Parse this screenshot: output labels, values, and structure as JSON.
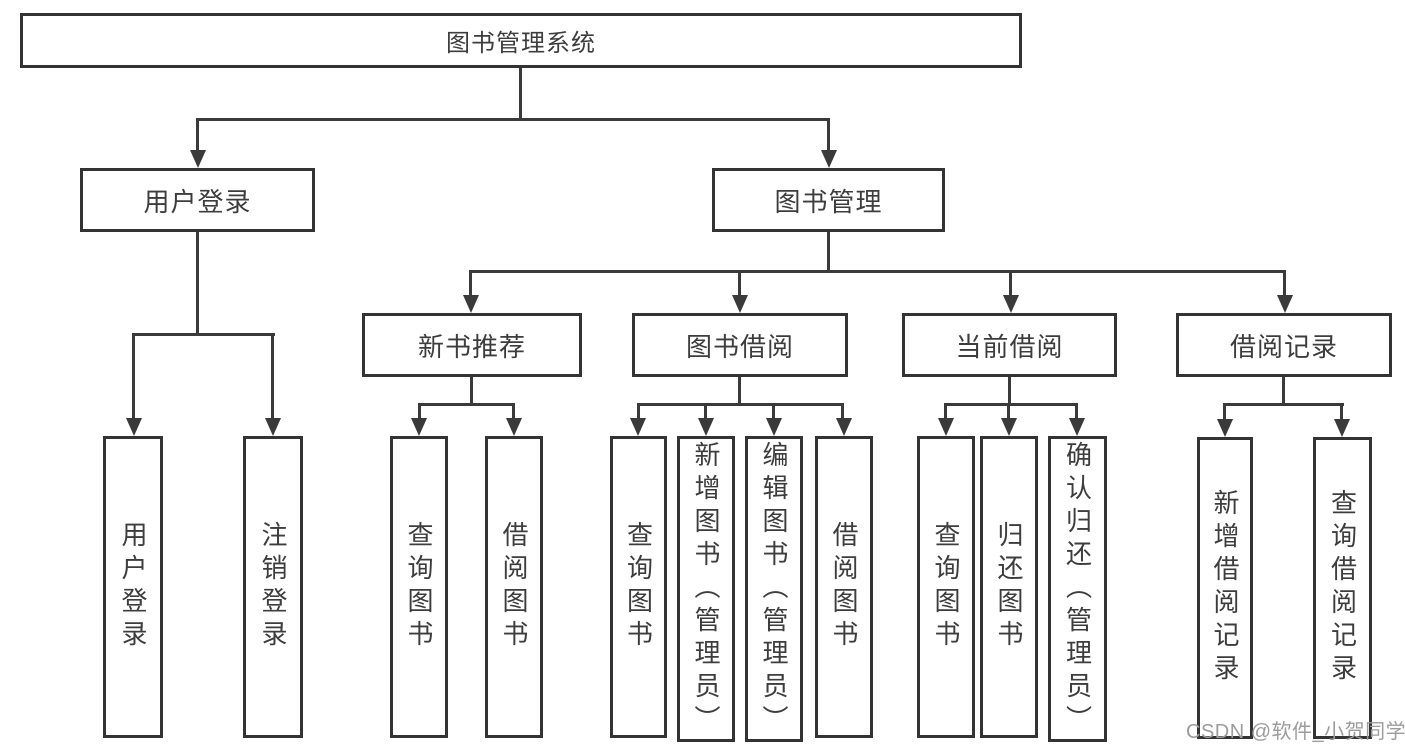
{
  "colors": {
    "background": "#ffffff",
    "line": "#3a3a3a",
    "box_border": "#333333",
    "text": "#3d3d3d",
    "watermark": "#9c9c9c"
  },
  "tree": {
    "root": {
      "label": "图书管理系统"
    },
    "branches": [
      {
        "label": "用户登录",
        "leaves": [
          {
            "label": "用户登录"
          },
          {
            "label": "注销登录"
          }
        ]
      },
      {
        "label": "图书管理",
        "groups": [
          {
            "label": "新书推荐",
            "leaves": [
              {
                "label": "查询图书"
              },
              {
                "label": "借阅图书"
              }
            ]
          },
          {
            "label": "图书借阅",
            "leaves": [
              {
                "label": "查询图书"
              },
              {
                "label": "新增图书（管理员）"
              },
              {
                "label": "编辑图书（管理员）"
              },
              {
                "label": "借阅图书"
              }
            ]
          },
          {
            "label": "当前借阅",
            "leaves": [
              {
                "label": "查询图书"
              },
              {
                "label": "归还图书"
              },
              {
                "label": "确认归还（管理员）"
              }
            ]
          },
          {
            "label": "借阅记录",
            "leaves": [
              {
                "label": "新增借阅记录"
              },
              {
                "label": "查询借阅记录"
              }
            ]
          }
        ]
      }
    ]
  },
  "watermark": {
    "text": "CSDN @软件_小贺同学"
  }
}
